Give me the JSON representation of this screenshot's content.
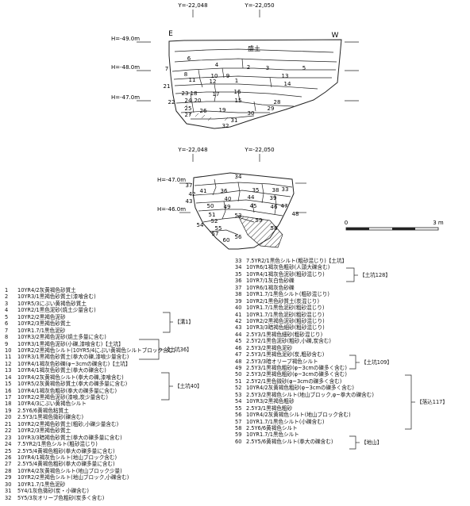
{
  "upper_section": {
    "coords": [
      "Y=-22,048",
      "Y=-22,050"
    ],
    "directions": [
      "E",
      "W"
    ],
    "heights": [
      "H=-49.0m",
      "H=-48.0m",
      "H=-47.0m"
    ],
    "fill_label": "盛土",
    "layer_labels": [
      "6",
      "4",
      "2",
      "3",
      "5",
      "7",
      "8",
      "10",
      "9",
      "13",
      "11",
      "12",
      "1",
      "14",
      "21",
      "23",
      "18",
      "17",
      "16",
      "22",
      "24",
      "20",
      "15",
      "28",
      "25",
      "27",
      "26",
      "19",
      "30",
      "29",
      "31",
      "32"
    ]
  },
  "lower_section": {
    "coords": [
      "Y=-22,048",
      "Y=-22,050"
    ],
    "heights": [
      "H=-47.0m",
      "H=-46.0m"
    ],
    "layer_labels": [
      "34",
      "37",
      "41",
      "36",
      "35",
      "38",
      "33",
      "42",
      "40",
      "44",
      "39",
      "43",
      "50",
      "49",
      "45",
      "47",
      "51",
      "53",
      "46",
      "48",
      "52",
      "59",
      "54",
      "55",
      "58",
      "57",
      "56",
      "60"
    ]
  },
  "scale": {
    "left": "0",
    "right": "3 m"
  },
  "legend_left": [
    {
      "n": "1",
      "t": "10YR4/2灰黄褐色砂質土"
    },
    {
      "n": "2",
      "t": "10YR3/1黒褐色砂質土(漆喰含む)"
    },
    {
      "n": "3",
      "t": "10YR5/3にぶい黄褐色砂質土"
    },
    {
      "n": "4",
      "t": "10YR2/1黒色泥砂(焼土少量含む)"
    },
    {
      "n": "5",
      "t": "10YR2/2黒褐色泥砂"
    },
    {
      "n": "6",
      "t": "10YR2/3黒褐色砂質土"
    },
    {
      "n": "7",
      "t": "10YR1.7/1黒色泥砂"
    },
    {
      "n": "8",
      "t": "10YR3/2黒褐色泥砂(焼土多量に含む)"
    },
    {
      "n": "9",
      "t": "10YR3/1黒褐色泥砂(小礫,漆喰含む)【土坑】"
    },
    {
      "n": "10",
      "t": "10YR2/2黒褐色シルト(10YR5/4にぶい黄褐色シルトブロック含む)"
    },
    {
      "n": "11",
      "t": "10YR3/1黒褐色砂質土(拳大の礫,漆喰少量含む)"
    },
    {
      "n": "12",
      "t": "10YR4/1褐灰色砂礫(φ~3cmの礫含む)【土坑】"
    },
    {
      "n": "13",
      "t": "10YR4/1褐灰色砂質土(拳大の礫含む)"
    },
    {
      "n": "14",
      "t": "10YR4/2灰黄褐色シルト(拳大の礫,漆喰含む)"
    },
    {
      "n": "15",
      "t": "10YR5/2灰黄褐色砂質土(拳大の礫多量に含む)"
    },
    {
      "n": "16",
      "t": "10YR4/1褐灰色粗砂(拳大の礫多量に含む)"
    },
    {
      "n": "17",
      "t": "10YR2/2黒褐色泥砂(漆喰,炭少量含む)"
    },
    {
      "n": "18",
      "t": "10YR4/3にぶい黄褐色シルト"
    },
    {
      "n": "19",
      "t": "2.5Y6/6黄褐色粘質土"
    },
    {
      "n": "20",
      "t": "2.5Y3/1黒褐色微砂(礫含む)"
    },
    {
      "n": "21",
      "t": "10YR2/2黒褐色砂質土(粗砂,小礫少量含む)"
    },
    {
      "n": "22",
      "t": "10YR2/3黒褐色砂質土"
    },
    {
      "n": "23",
      "t": "10YR3/3暗褐色砂質土(拳大の礫多量に含む)"
    },
    {
      "n": "24",
      "t": "7.5YR2/1黒色シルト(粗砂混じり)"
    },
    {
      "n": "25",
      "t": "2.5Y5/4黄褐色粗砂(拳大の礫多量に含む)"
    },
    {
      "n": "26",
      "t": "10YR4/1褐灰色シルト(地山ブロック含む)"
    },
    {
      "n": "27",
      "t": "2.5Y5/4黄褐色粗砂(拳大の礫多量に含む)"
    },
    {
      "n": "28",
      "t": "10YR4/2灰黄褐色シルト(地山ブロック少量)"
    },
    {
      "n": "29",
      "t": "10YR2/2黒褐色シルト(地山ブロック,小礫含む)"
    },
    {
      "n": "30",
      "t": "10YR1.7/1黒色泥砂"
    },
    {
      "n": "31",
      "t": "5Y4/1灰色微砂(炭・小礫含む)"
    },
    {
      "n": "32",
      "t": "5Y5/3灰オリーブ色粗砂(炭多く含む)"
    }
  ],
  "legend_right": [
    {
      "n": "33",
      "t": "7.5YR2/1黒色シルト(粗砂混じり)【土坑】"
    },
    {
      "n": "34",
      "t": "10YR6/1褐灰色粗砂(人頭大礫含む)"
    },
    {
      "n": "35",
      "t": "10YR4/1褐灰色泥砂(粗砂混じり)"
    },
    {
      "n": "36",
      "t": "10YR7/1灰白色砂礫"
    },
    {
      "n": "37",
      "t": "10YR6/1褐灰色砂礫"
    },
    {
      "n": "38",
      "t": "10YR1.7/1黒色シルト(粗砂混じり)"
    },
    {
      "n": "39",
      "t": "10YR2/1黒色砂質土(炭混じり)"
    },
    {
      "n": "40",
      "t": "10YR1.7/1黒色泥砂(粗砂混じり)"
    },
    {
      "n": "41",
      "t": "10YR1.7/1黒色泥砂(粗砂混じり)"
    },
    {
      "n": "42",
      "t": "10YR2/2黒褐色泥砂(粗砂混じり)"
    },
    {
      "n": "43",
      "t": "10YR3/3暗褐色細砂(粗砂混じり)"
    },
    {
      "n": "44",
      "t": "2.5Y3/1黒褐色細砂(粗砂混じり)"
    },
    {
      "n": "45",
      "t": "2.5Y2/1黒色泥砂(粗砂,小礫,炭含む)"
    },
    {
      "n": "46",
      "t": "2.5Y3/2黒褐色泥砂"
    },
    {
      "n": "47",
      "t": "2.5Y3/1黒褐色泥砂(炭,粗砂含む)"
    },
    {
      "n": "48",
      "t": "2.5Y3/3暗オリーブ褐色シルト"
    },
    {
      "n": "49",
      "t": "2.5Y3/1黒褐色粗砂(φ~3cmの礫多く含む)"
    },
    {
      "n": "50",
      "t": "2.5Y3/2黒褐色粗砂(φ~3cmの礫多く含む)"
    },
    {
      "n": "51",
      "t": "2.5Y2/1黒色微砂(φ~3cmの礫多く含む)"
    },
    {
      "n": "52",
      "t": "10YR4/2灰黄褐色粗砂(φ~3cmの礫多く含む)"
    },
    {
      "n": "53",
      "t": "2.5Y3/2黒褐色シルト(地山ブロック,φ~拳大の礫含む)"
    },
    {
      "n": "54",
      "t": "10YR3/2黒褐色粗砂"
    },
    {
      "n": "55",
      "t": "2.5Y3/1黒褐色粗砂"
    },
    {
      "n": "56",
      "t": "10YR4/2灰黄褐色シルト(地山ブロック含む)"
    },
    {
      "n": "57",
      "t": "10YR1.7/1黒色シルト(小礫含む)"
    },
    {
      "n": "58",
      "t": "2.5Y6/6黄褐色シルト"
    },
    {
      "n": "59",
      "t": "10YR1.7/1黒色シルト"
    },
    {
      "n": "60",
      "t": "2.5Y5/6黄褐色シルト(拳大の礫含む)"
    }
  ],
  "groups": {
    "pit_36": "【土坑36】",
    "ditch_1": "【溝1】",
    "pit_40": "【土坑40】",
    "pit_128": "【土坑128】",
    "pit_109": "【土坑109】",
    "fill_117": "【落込117】",
    "natural_ground": "【地山】"
  }
}
